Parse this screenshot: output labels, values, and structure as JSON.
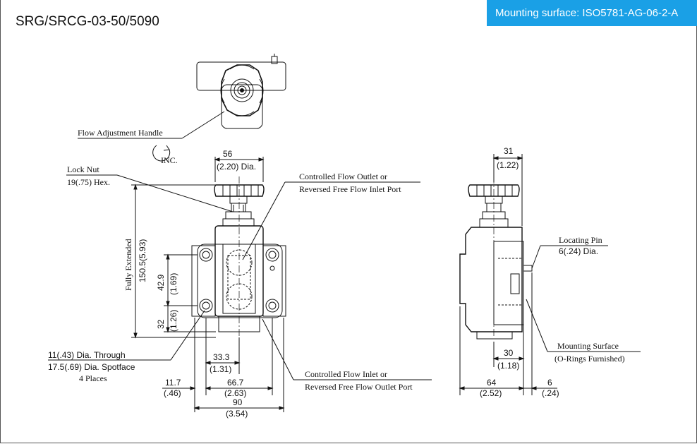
{
  "title": "SRG/SRCG-03-50/5090",
  "mounting_badge": "Mounting surface: ISO5781-AG-06-2-A",
  "colors": {
    "badge": "#1aa0e6",
    "line": "#111111"
  },
  "labels": {
    "flow_handle": "Flow Adjustment Handle",
    "inc": "INC.",
    "lock_nut": "Lock Nut",
    "lock_nut_size": "19(.75) Hex.",
    "outlet_1": "Controlled Flow Outlet or",
    "outlet_2": "Reversed Free Flow Inlet Port",
    "inlet_1": "Controlled Flow Inlet or",
    "inlet_2": "Reversed Free Flow Outlet Port",
    "fully_extended": "Fully Extended",
    "through_1": "11(.43) Dia. Through",
    "through_2": "17.5(.69) Dia. Spotface",
    "through_3": "4 Places",
    "locating_pin_1": "Locating Pin",
    "locating_pin_2": "6(.24) Dia.",
    "mounting_surface_1": "Mounting Surface",
    "mounting_surface_2": "(O-Rings Furnished)"
  },
  "dims": {
    "d56": "56",
    "d56i": "(2.20) Dia.",
    "d150": "150.5(5.93)",
    "d429": "42.9",
    "d429i": "(1.69)",
    "d32": "32",
    "d32i": "(1.26)",
    "d333": "33.3",
    "d333i": "(1.31)",
    "d117": "11.7",
    "d117i": "(.46)",
    "d667": "66.7",
    "d667i": "(2.63)",
    "d90": "90",
    "d90i": "(3.54)",
    "d31": "31",
    "d31i": "(1.22)",
    "d30": "30",
    "d30i": "(1.18)",
    "d64": "64",
    "d64i": "(2.52)",
    "d6": "6",
    "d6i": "(.24)"
  }
}
